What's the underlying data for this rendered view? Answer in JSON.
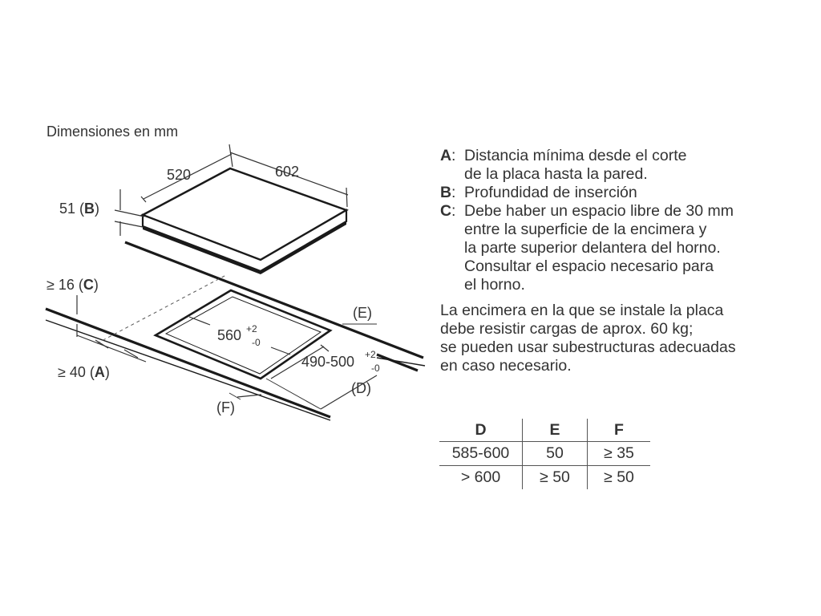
{
  "title": "Dimensiones en mm",
  "diagram": {
    "dim_width": "602",
    "dim_depth": "520",
    "dim_height": "51 (",
    "dim_height_key": "B",
    "dim_height_close": ")",
    "cutout_width": "560",
    "cutout_width_tol_plus": "+2",
    "cutout_width_tol_minus": "-0",
    "cutout_depth": "490-500",
    "cutout_depth_tol_plus": "+2",
    "cutout_depth_tol_minus": "-0",
    "clear_c": "≥ 16 (",
    "clear_c_key": "C",
    "clear_c_close": ")",
    "clear_a": "≥ 40 (",
    "clear_a_key": "A",
    "clear_a_close": ")",
    "label_e": "(E)",
    "label_d": "(D)",
    "label_f": "(F)"
  },
  "notes": {
    "a_key": "A",
    "a_line1": "Distancia mínima desde el corte",
    "a_line2": "de la placa hasta la pared.",
    "b_key": "B",
    "b_line1": "Profundidad de inserción",
    "c_key": "C",
    "c_line1": "Debe haber un espacio libre de 30 mm",
    "c_line2": "entre la superficie de la encimera y",
    "c_line3": "la parte superior delantera del horno.",
    "c_line4": "Consultar el espacio necesario para",
    "c_line5": "el horno.",
    "load_line1": "La encimera en la que se instale la placa",
    "load_line2": "debe resistir cargas de aprox. 60 kg;",
    "load_line3": "se pueden usar subestructuras adecuadas",
    "load_line4": "en caso necesario."
  },
  "table": {
    "headers": [
      "D",
      "E",
      "F"
    ],
    "rows": [
      [
        "585-600",
        "50",
        "≥ 35"
      ],
      [
        "> 600",
        "≥ 50",
        "≥ 50"
      ]
    ]
  }
}
